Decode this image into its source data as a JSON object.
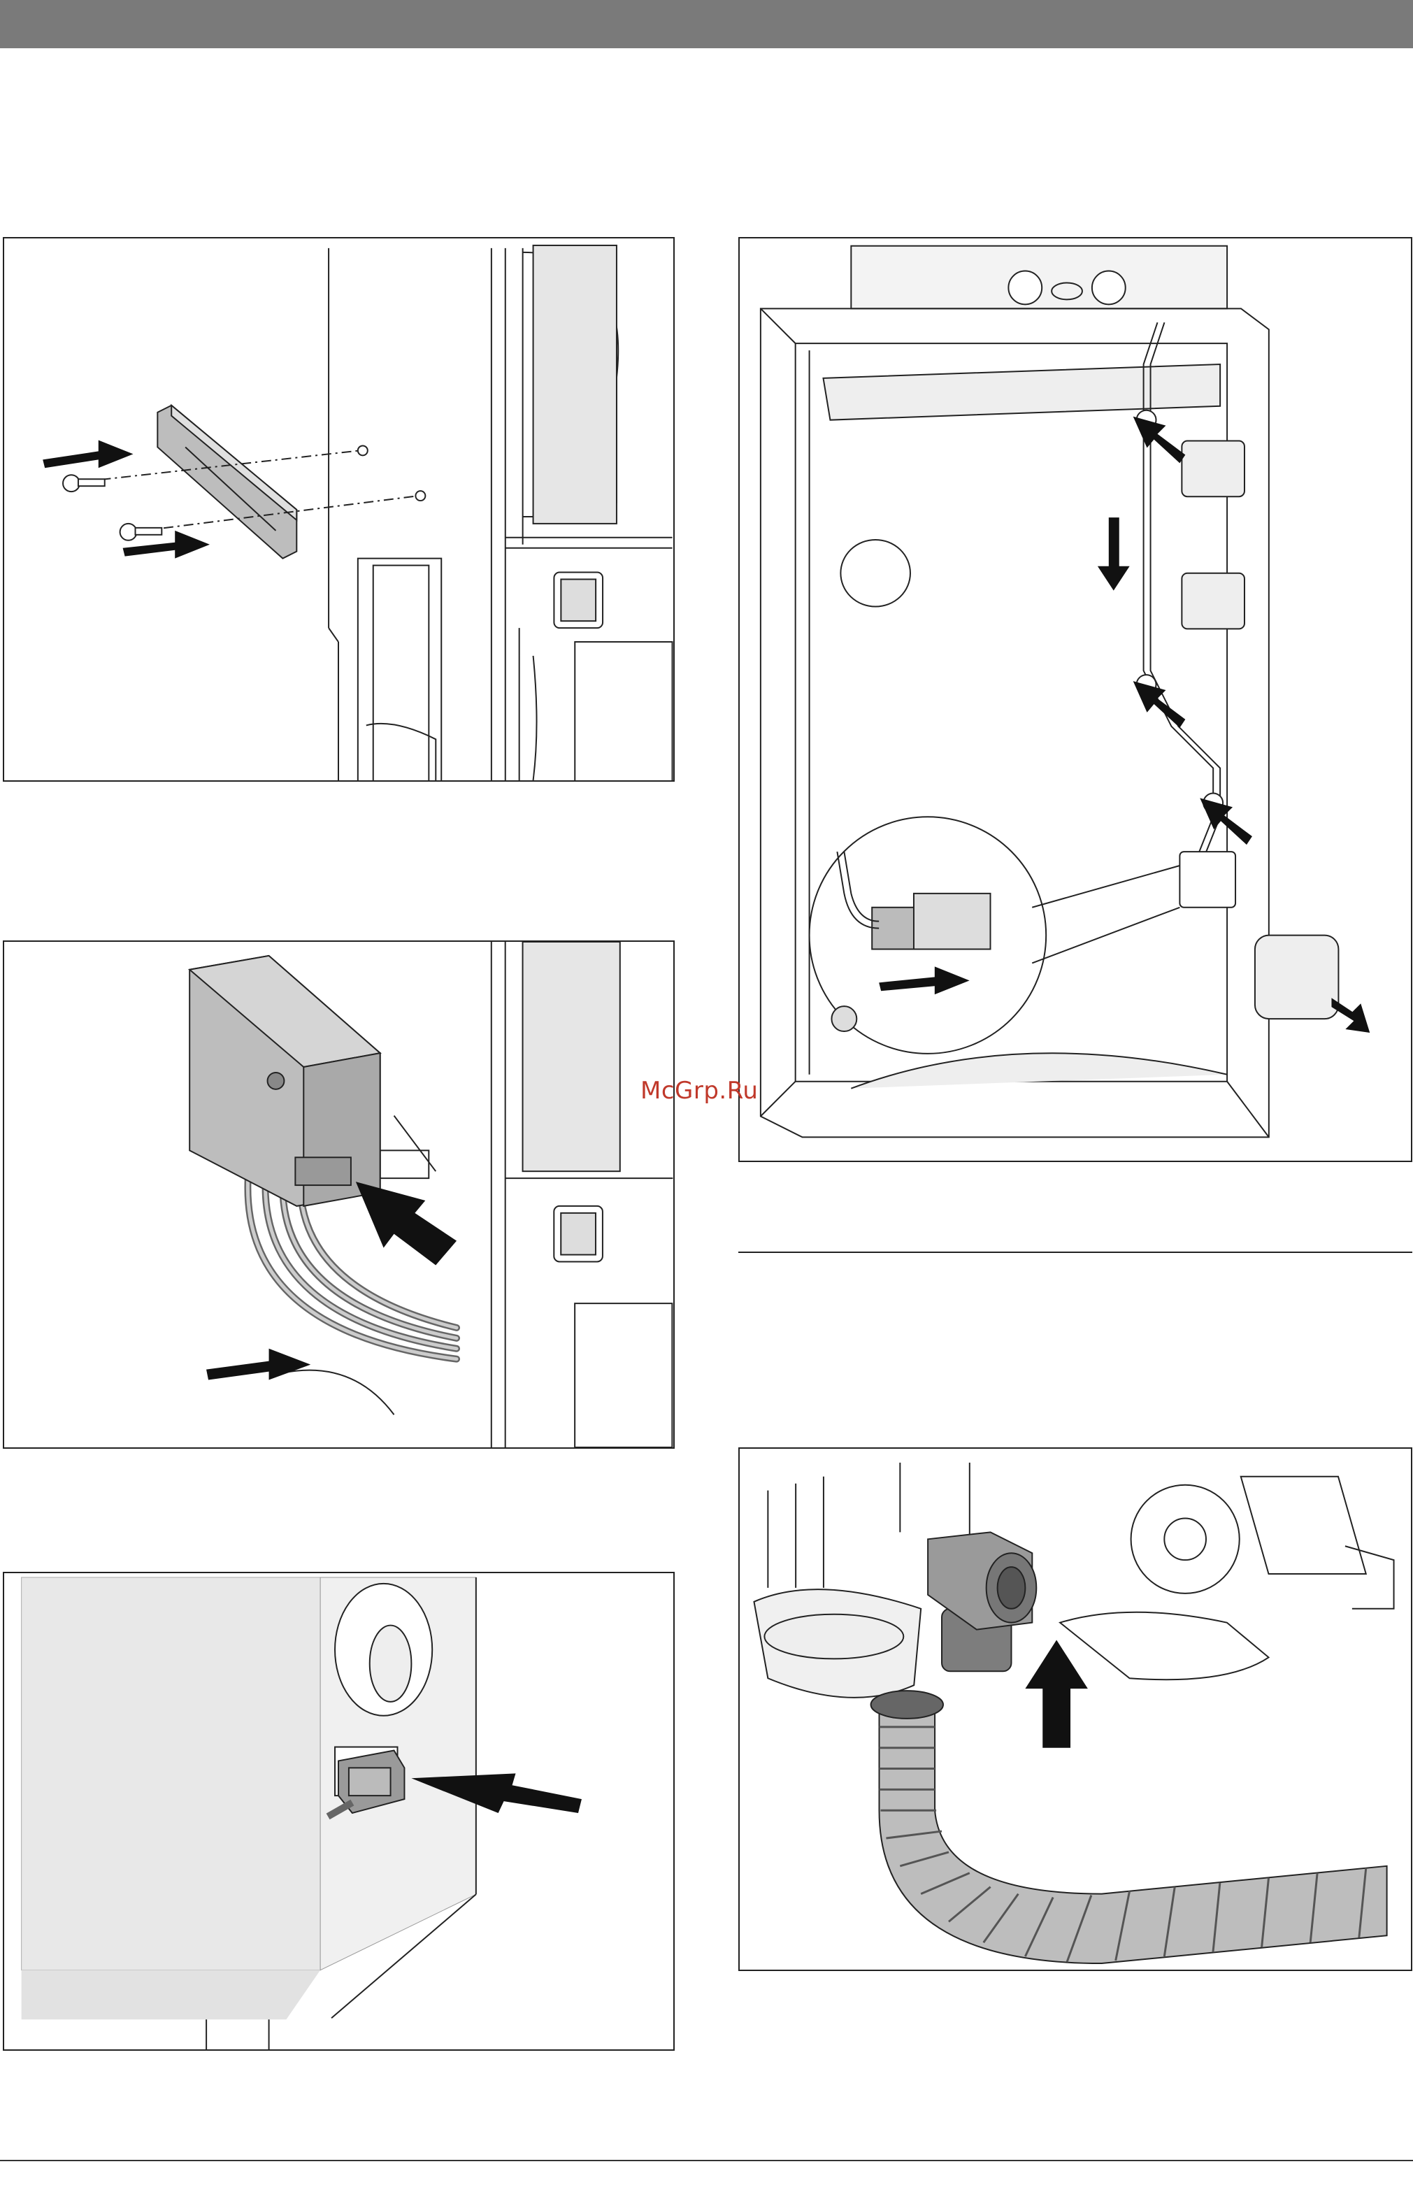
{
  "watermark": "McGrp.Ru",
  "figures": [
    {
      "id": "fig-rail",
      "icon": "wall-rail-screw-mount-illustration"
    },
    {
      "id": "fig-housing",
      "icon": "module-housing-cable-insertion-illustration"
    },
    {
      "id": "fig-plug",
      "icon": "power-plug-connection-illustration"
    },
    {
      "id": "fig-boiler",
      "icon": "boiler-cable-routing-illustration"
    },
    {
      "id": "fig-hose",
      "icon": "drain-hose-siphon-illustration"
    }
  ]
}
